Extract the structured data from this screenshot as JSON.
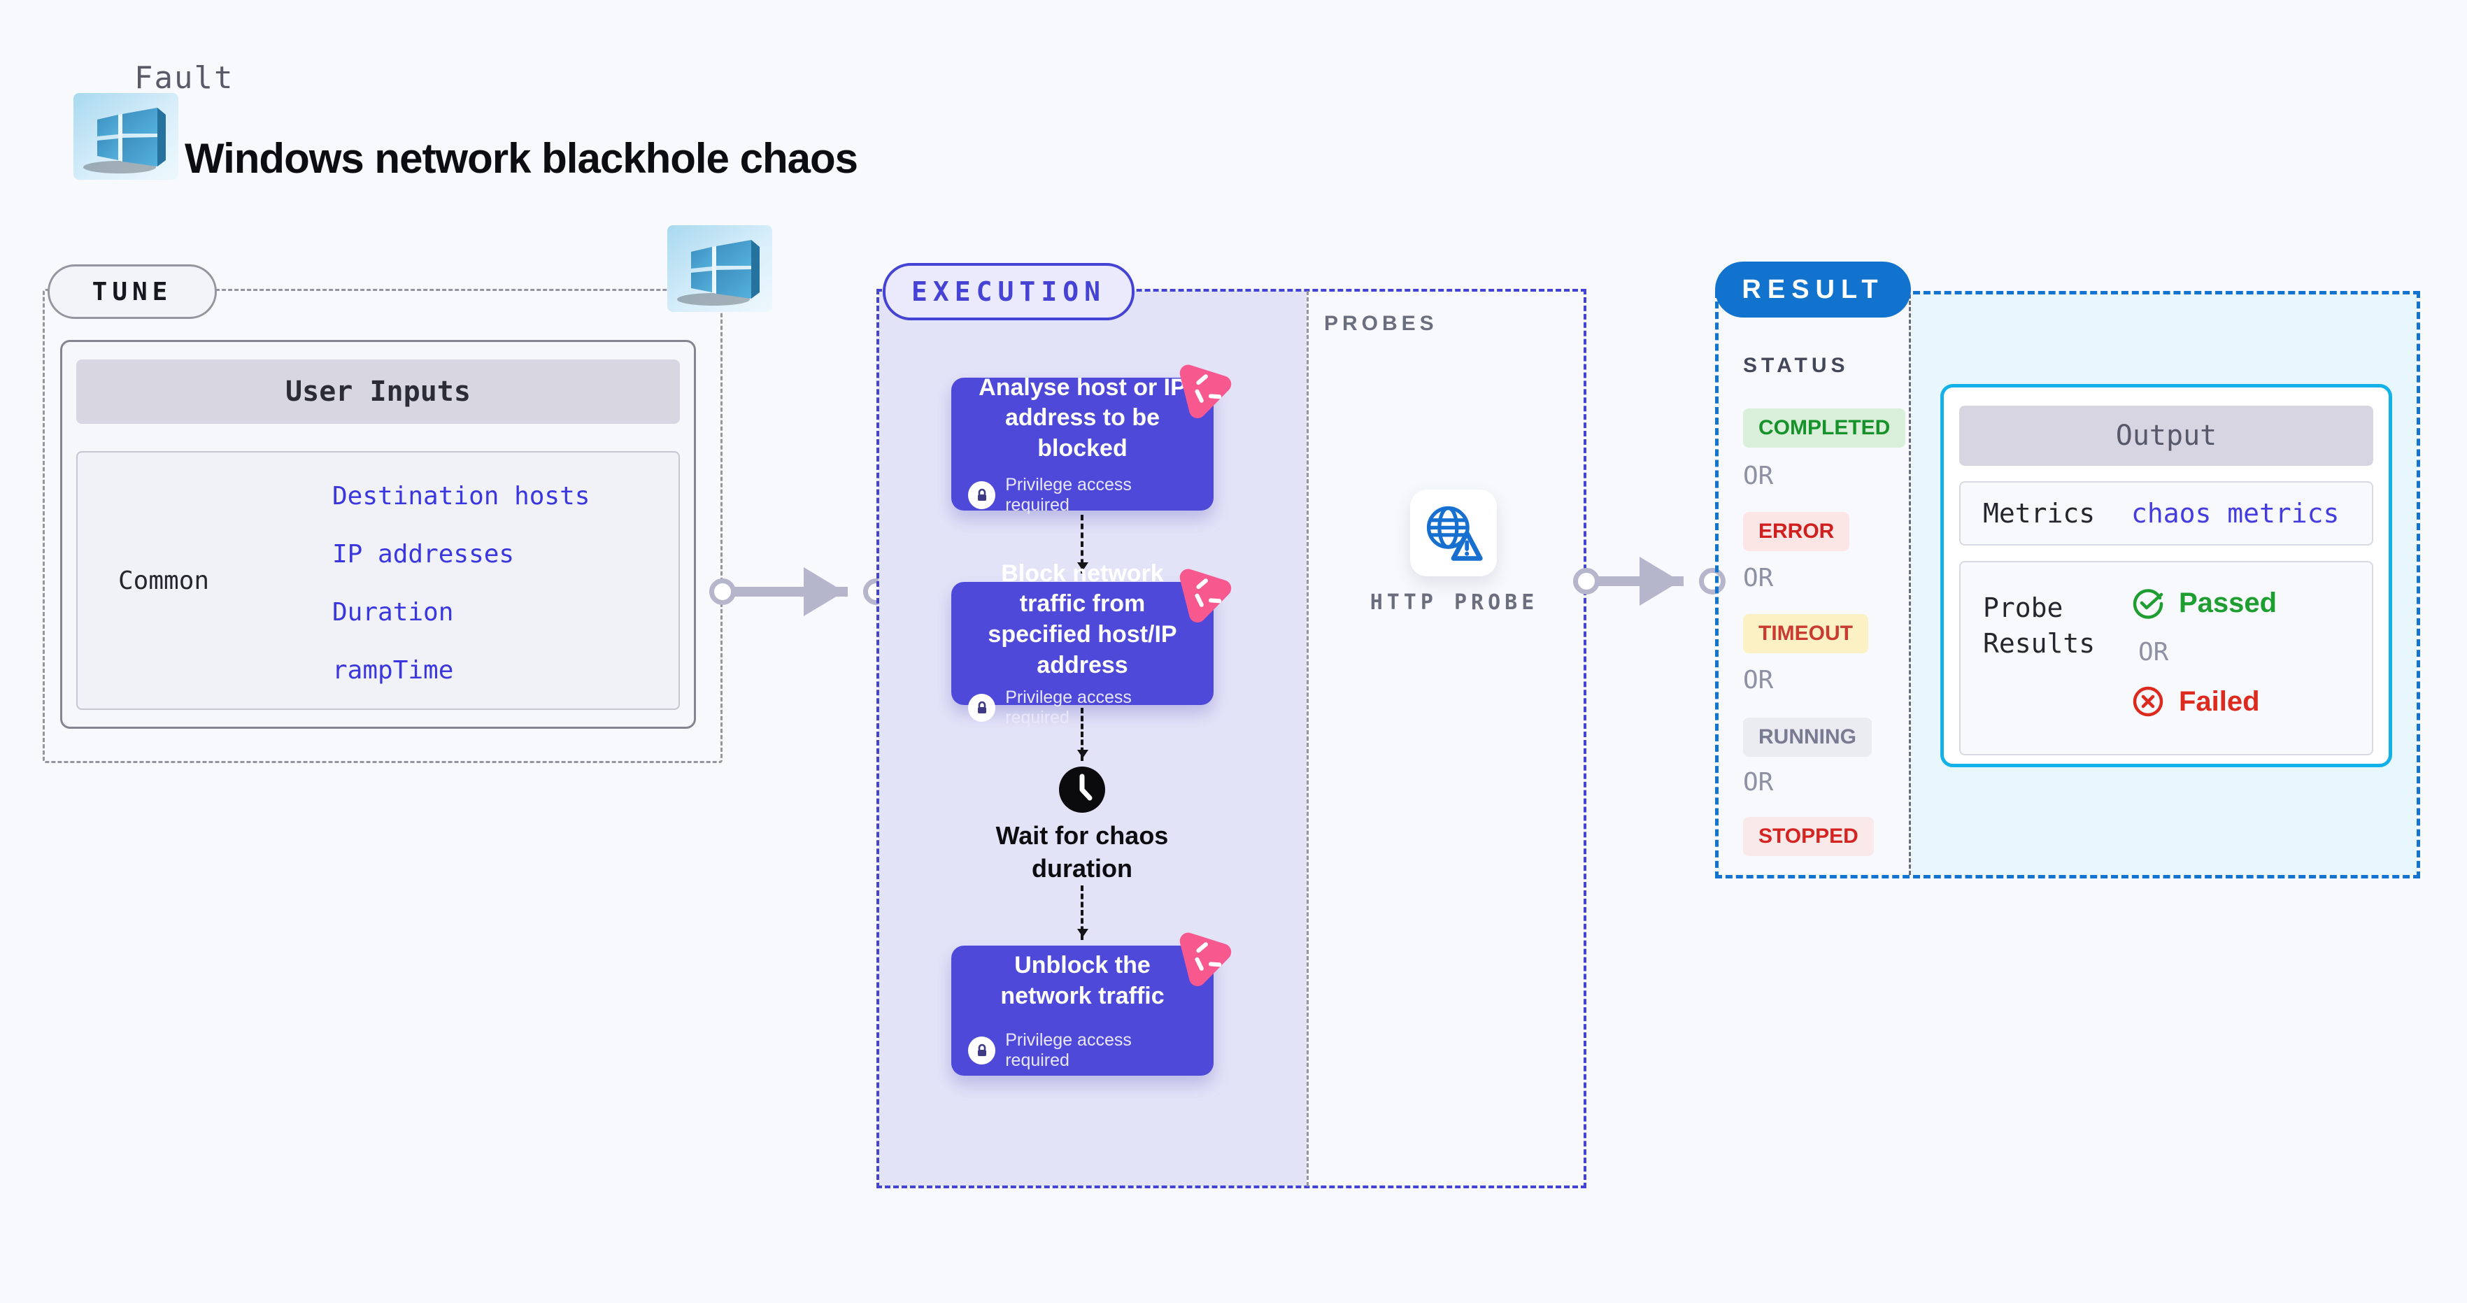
{
  "header": {
    "kicker": "Fault",
    "title": "Windows network blackhole chaos"
  },
  "tune": {
    "label": "TUNE",
    "card_title": "User Inputs",
    "row_label": "Common",
    "inputs": [
      "Destination hosts",
      "IP addresses",
      "Duration",
      "rampTime"
    ]
  },
  "execution": {
    "label": "EXECUTION",
    "privilege_label": "Privilege access required",
    "steps": [
      {
        "title": "Analyse host or IP address to be blocked"
      },
      {
        "title": "Block network traffic from specified host/IP address"
      },
      {
        "title": "Unblock the network traffic"
      }
    ],
    "wait_label": "Wait for chaos duration"
  },
  "probes": {
    "label": "PROBES",
    "probe_name": "HTTP PROBE"
  },
  "result": {
    "label": "RESULT",
    "status_label": "STATUS",
    "or_label": "OR",
    "statuses": [
      {
        "label": "COMPLETED",
        "fg": "#17922a",
        "bg": "#d9efd9"
      },
      {
        "label": "ERROR",
        "fg": "#d01f1f",
        "bg": "#fbe5e5"
      },
      {
        "label": "TIMEOUT",
        "fg": "#c93b31",
        "bg": "#fcf0c5"
      },
      {
        "label": "RUNNING",
        "fg": "#787b92",
        "bg": "#ebecf2"
      },
      {
        "label": "STOPPED",
        "fg": "#d42421",
        "bg": "#fae9e9"
      }
    ],
    "output": {
      "title": "Output",
      "metrics_label": "Metrics",
      "metrics_value": "chaos metrics",
      "probe_results_label": "Probe Results",
      "passed_label": "Passed",
      "or_label": "OR",
      "failed_label": "Failed"
    }
  },
  "icons": {
    "windows_logo": "windows-logo-icon",
    "chaos_badge": "chaos-badge-icon",
    "lock": "lock-icon",
    "clock": "clock-icon",
    "http_probe": "globe-warning-icon",
    "passed": "check-circle-icon",
    "failed": "x-circle-icon"
  },
  "colors": {
    "page_bg": "#f7f9fd",
    "execution_border": "#4543d4",
    "execution_fill": "#e3e3f8",
    "step_box": "#4f49da",
    "chaos_pink": "#f7598f",
    "result_blue": "#1173cd",
    "result_border": "#1274d0",
    "output_border": "#12b1e8",
    "output_zone_bg": "#e8f6fd",
    "link_blue": "#3b37de",
    "arrow_gray": "#b5b5cb",
    "passed_green": "#1e9e30",
    "failed_red": "#dd2a1e"
  }
}
